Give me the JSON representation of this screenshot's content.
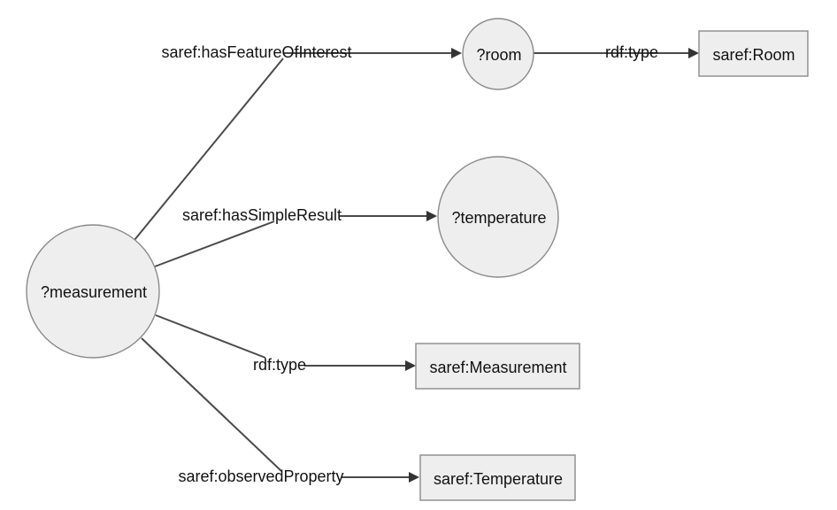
{
  "nodes": {
    "measurement": {
      "label": "?measurement",
      "kind": "variable"
    },
    "room": {
      "label": "?room",
      "kind": "variable"
    },
    "temperature": {
      "label": "?temperature",
      "kind": "variable"
    },
    "saref_room": {
      "label": "saref:Room",
      "kind": "class"
    },
    "saref_measurement": {
      "label": "saref:Measurement",
      "kind": "class"
    },
    "saref_temperature": {
      "label": "saref:Temperature",
      "kind": "class"
    }
  },
  "edges": {
    "has_feature_of_interest": {
      "label": "saref:hasFeatureOfInterest",
      "from": "?measurement",
      "to": "?room"
    },
    "has_simple_result": {
      "label": "saref:hasSimpleResult",
      "from": "?measurement",
      "to": "?temperature"
    },
    "measurement_type": {
      "label": "rdf:type",
      "from": "?measurement",
      "to": "saref:Measurement"
    },
    "observed_property": {
      "label": "saref:observedProperty",
      "from": "?measurement",
      "to": "saref:Temperature"
    },
    "room_type": {
      "label": "rdf:type",
      "from": "?room",
      "to": "saref:Room"
    }
  },
  "colors": {
    "node_fill": "#eeeeee",
    "node_stroke": "#8a8a8a",
    "edge": "#4a4a4a"
  }
}
